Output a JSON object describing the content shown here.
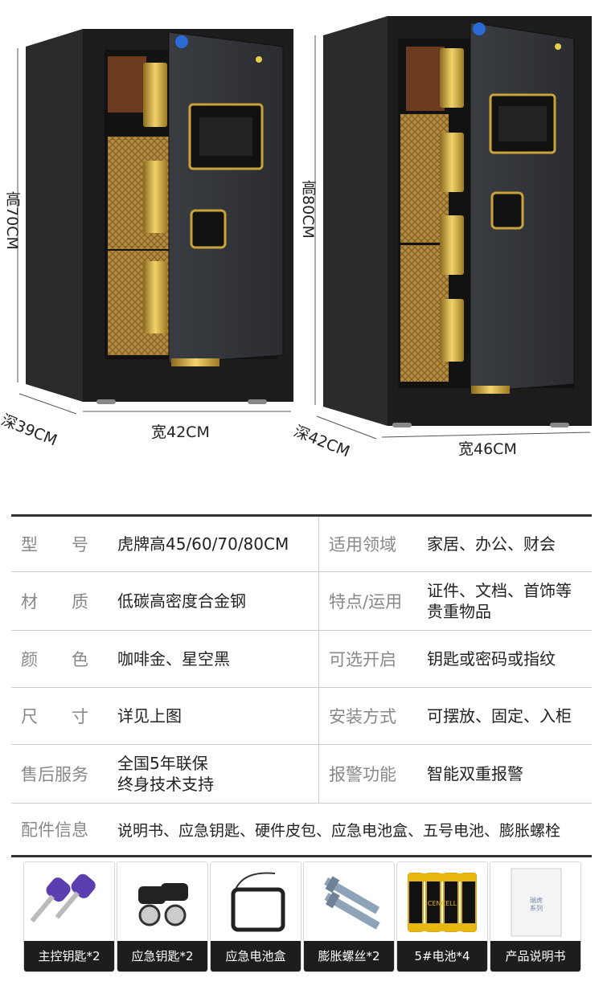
{
  "safes": [
    {
      "height": "高70CM",
      "depth": "深39CM",
      "width": "宽42CM"
    },
    {
      "height": "高80CM",
      "depth": "深42CM",
      "width": "宽46CM"
    }
  ],
  "specs": {
    "rows": [
      {
        "k1": "型　　号",
        "v1": "虎牌高45/60/70/80CM",
        "k2": "适用领域",
        "v2": "家居、办公、财会"
      },
      {
        "k1": "材　　质",
        "v1": "低碳高密度合金钢",
        "k2": "特点/运用",
        "v2a": "证件、文档、首饰等",
        "v2b": "贵重物品"
      },
      {
        "k1": "颜　　色",
        "v1": "咖啡金、星空黑",
        "k2": "可选开启",
        "v2": "钥匙或密码或指纹"
      },
      {
        "k1": "尺　　寸",
        "v1": "详见上图",
        "k2": "安装方式",
        "v2": "可摆放、固定、入柜"
      },
      {
        "k1": "售后服务",
        "v1a": "全国5年联保",
        "v1b": "终身技术支持",
        "k2": "报警功能",
        "v2": "智能双重报警"
      }
    ],
    "accessories_label": "配件信息",
    "accessories_value": "说明书、应急钥匙、硬件皮包、应急电池盒、五号电池、膨胀螺栓"
  },
  "accessories": [
    {
      "label": "主控钥匙*2",
      "icon": "master-key-icon"
    },
    {
      "label": "应急钥匙*2",
      "icon": "emergency-key-icon"
    },
    {
      "label": "应急电池盒",
      "icon": "battery-box-icon"
    },
    {
      "label": "膨胀螺丝*2",
      "icon": "expansion-bolt-icon"
    },
    {
      "label": "5#电池*4",
      "icon": "battery-icon",
      "battery_brand": "CENCELL"
    },
    {
      "label": "产品说明书",
      "icon": "manual-icon",
      "manual_text_a": "瑞虎",
      "manual_text_b": "系列"
    }
  ],
  "colors": {
    "gold": "#c9a23a",
    "body": "#1e1e1e",
    "brown": "#6b3a1f"
  }
}
